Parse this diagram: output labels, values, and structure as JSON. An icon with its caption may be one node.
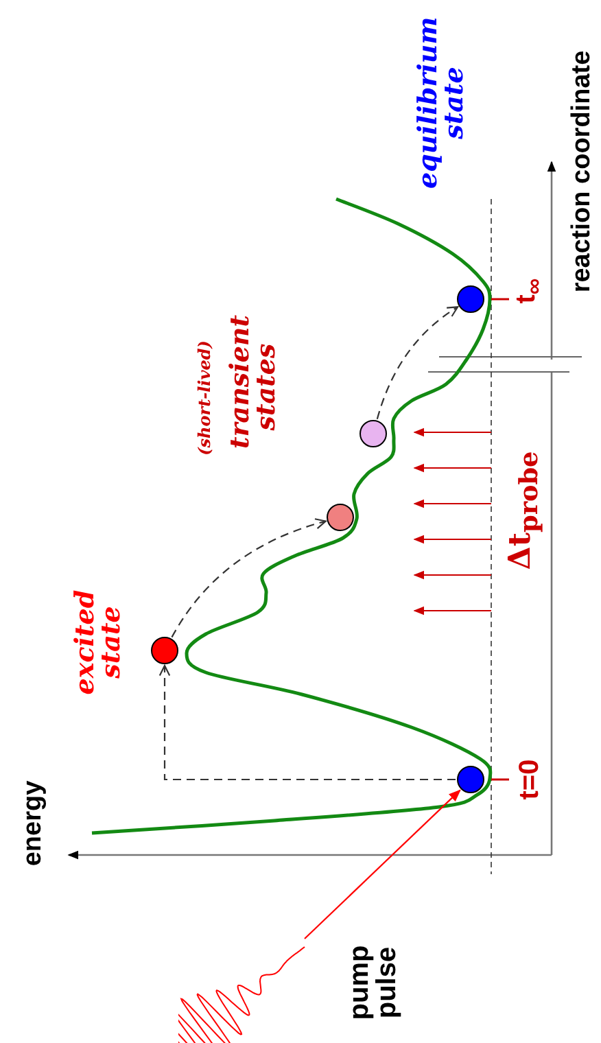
{
  "diagram": {
    "nodes": [
      {
        "text": [],
        "shape": "circle",
        "beside": [
          "t=0"
        ]
      },
      {
        "text": [],
        "shape": "circle",
        "beside": [
          "excited state"
        ]
      },
      {
        "text": [],
        "shape": "circle"
      },
      {
        "text": [],
        "shape": "circle"
      },
      {
        "text": [],
        "shape": "circle",
        "beside": [
          "t$_{∞}$",
          "equilibrium state"
        ]
      },
      {
        "text": [],
        "shape": "picture",
        "beside": [
          "pump pulse"
        ]
      }
    ],
    "edges": [
      {
        "from": 0,
        "to": 1,
        "arrow": "to",
        "style": "dashed"
      },
      {
        "from": 1,
        "to": 2,
        "arrow": "to",
        "style": "dashed"
      },
      {
        "from": 3,
        "to": 4,
        "arrow": "to",
        "style": "dashed"
      },
      {
        "from": 5,
        "to": 0,
        "arrow": "to",
        "color": "#ff0000"
      }
    ],
    "labels": [
      "energy",
      "reaction coordinate",
      "(short-lived)",
      "transient states",
      "Δt$_{probe}$"
    ]
  }
}
